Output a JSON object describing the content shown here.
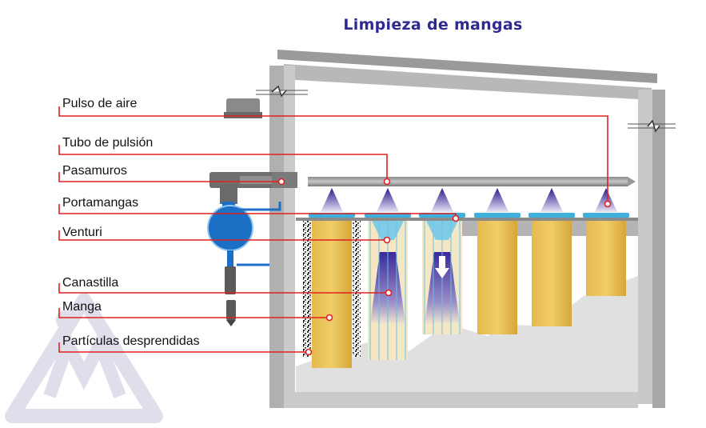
{
  "title": "Limpieza de mangas",
  "labels": [
    {
      "id": "pulso-de-aire",
      "text": "Pulso de aire"
    },
    {
      "id": "tubo-de-pulsion",
      "text": "Tubo de pulsión"
    },
    {
      "id": "pasamuros",
      "text": "Pasamuros"
    },
    {
      "id": "portamangas",
      "text": "Portamangas"
    },
    {
      "id": "venturi",
      "text": "Venturi"
    },
    {
      "id": "canastilla",
      "text": "Canastilla"
    },
    {
      "id": "manga",
      "text": "Manga"
    },
    {
      "id": "particulas-desprendidas",
      "text": "Partículas desprendidas"
    }
  ],
  "colors": {
    "title": "#2e2a8f",
    "leader_line": "#e02020",
    "structure": "#b5b5b5",
    "bag": "#e2b54a",
    "valve_blue": "#1b6fc4",
    "pulse_cone": "#3a2a9a",
    "venturi": "#7fcce8",
    "dust": "#e0e0e0",
    "logo": "#dcdcea"
  },
  "bags": {
    "count": 6,
    "cleaning_positions": [
      2,
      3
    ]
  }
}
